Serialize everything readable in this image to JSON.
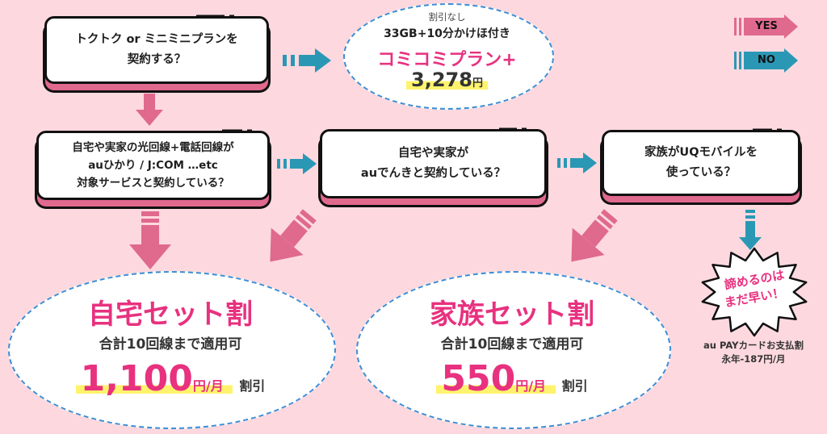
{
  "legend": {
    "yes": "YES",
    "no": "NO"
  },
  "q1": {
    "line1": "トクトク or ミニミニプランを",
    "line2": "契約する？"
  },
  "comi": {
    "note": "割引なし",
    "sub": "33GB+10分かけほ付き",
    "name": "コミコミプラン+",
    "price": "3,278",
    "unit": "円"
  },
  "q2": {
    "line1": "自宅や実家の光回線+電話回線が",
    "line2": "auひかり / J:COM …etc",
    "line3": "対象サービスと契約している？"
  },
  "q3": {
    "line1": "自宅や実家が",
    "line2": "auでんきと契約している？"
  },
  "q4": {
    "line1": "家族がUQモバイルを",
    "line2": "使っている？"
  },
  "home": {
    "title": "自宅セット割",
    "sub": "合計10回線まで適用可",
    "amount": "1,100",
    "unit": "円/月",
    "suffix": "割引"
  },
  "family": {
    "title": "家族セット割",
    "sub": "合計10回線まで適用可",
    "amount": "550",
    "unit": "円/月",
    "suffix": "割引"
  },
  "burst": {
    "line1": "諦めるのは",
    "line2": "まだ早い！"
  },
  "card": {
    "line1": "au PAYカードお支払割",
    "line2": "永年-187円/月"
  },
  "colors": {
    "yes": "#e0698e",
    "no": "#2a98b5",
    "bg": "#fdd9df",
    "accent": "#e8317f",
    "highlight": "#fff36e"
  }
}
